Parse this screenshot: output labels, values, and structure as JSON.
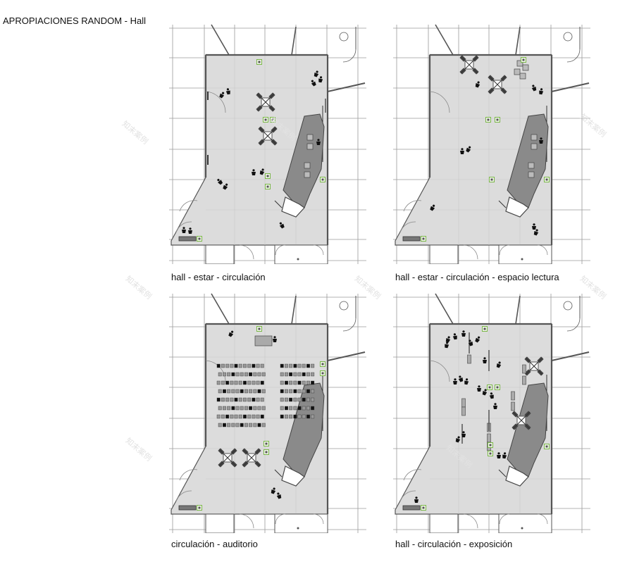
{
  "title": "APROPIACIONES RANDOM - Hall",
  "panels": [
    {
      "caption": "hall - estar - circulación",
      "mode": "estar"
    },
    {
      "caption": "hall - estar - circulación - espacio lectura",
      "mode": "lectura"
    },
    {
      "caption": "circulación - auditorio",
      "mode": "auditorio"
    },
    {
      "caption": "hall - circulación - exposición",
      "mode": "exposicion"
    }
  ],
  "watermark": "知末案例",
  "colors": {
    "floor": "#dcdcdc",
    "dark_zone": "#8a8a8a",
    "wall": "#555555",
    "grid": "#9a9a9a",
    "accent": "#7ab648",
    "figure": "#111111"
  }
}
